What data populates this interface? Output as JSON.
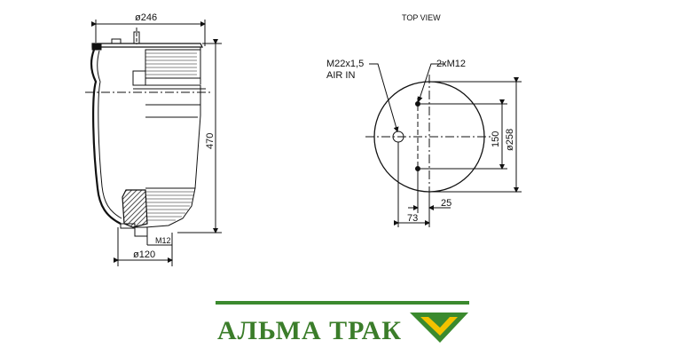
{
  "side_view": {
    "top_diameter": "ø246",
    "height": "470",
    "thread": "M12",
    "bottom_diameter": "ø120"
  },
  "top_view": {
    "title": "TOP VIEW",
    "air_inlet_thread": "M22x1,5",
    "air_inlet_label": "AIR IN",
    "mount_threads": "2xM12",
    "bolt_spacing": "150",
    "diameter": "ø258",
    "offset_inlet": "73",
    "offset_bolts": "25"
  },
  "brand": {
    "name": "АЛЬМА ТРАК",
    "bar_color": "#3b8a2e",
    "logo_green": "#3b8a2e",
    "logo_yellow": "#f2c200"
  }
}
